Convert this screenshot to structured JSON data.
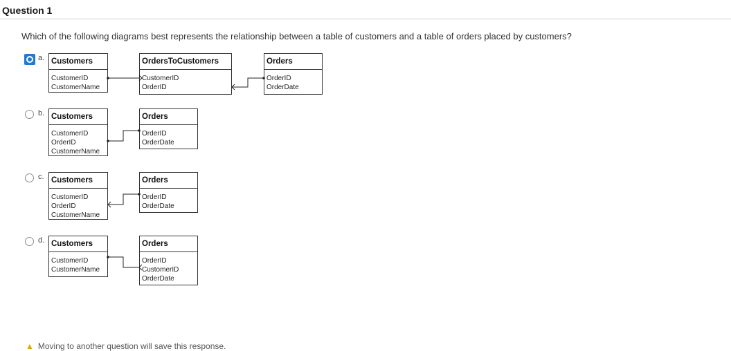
{
  "question": {
    "title": "Question 1",
    "text": "Which of the following diagrams best represents the relationship between a table of customers and a table of orders placed by customers?"
  },
  "options": [
    {
      "letter": "a.",
      "selected": true,
      "tables": [
        {
          "name": "Customers",
          "fields": [
            "CustomerID",
            "CustomerName"
          ]
        },
        {
          "name": "OrdersToCustomers",
          "fields": [
            "CustomerID",
            "OrderID"
          ]
        },
        {
          "name": "Orders",
          "fields": [
            "OrderID",
            "OrderDate"
          ]
        }
      ]
    },
    {
      "letter": "b.",
      "selected": false,
      "tables": [
        {
          "name": "Customers",
          "fields": [
            "CustomerID",
            "OrderID",
            "CustomerName"
          ]
        },
        {
          "name": "Orders",
          "fields": [
            "OrderID",
            "OrderDate"
          ]
        }
      ]
    },
    {
      "letter": "c.",
      "selected": false,
      "tables": [
        {
          "name": "Customers",
          "fields": [
            "CustomerID",
            "OrderID",
            "CustomerName"
          ]
        },
        {
          "name": "Orders",
          "fields": [
            "OrderID",
            "OrderDate"
          ]
        }
      ]
    },
    {
      "letter": "d.",
      "selected": false,
      "tables": [
        {
          "name": "Customers",
          "fields": [
            "CustomerID",
            "CustomerName"
          ]
        },
        {
          "name": "Orders",
          "fields": [
            "OrderID",
            "CustomerID",
            "OrderDate"
          ]
        }
      ]
    }
  ],
  "footer": {
    "warning_icon": "warning-icon",
    "text": "Moving to another question will save this response."
  }
}
